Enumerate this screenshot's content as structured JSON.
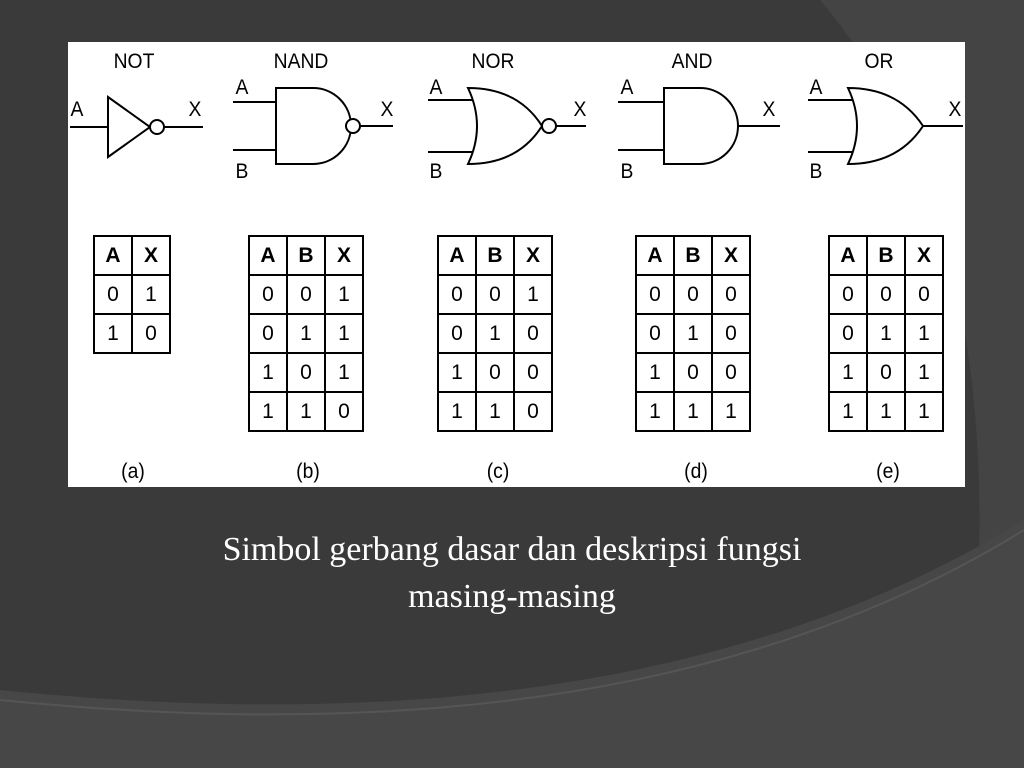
{
  "colors": {
    "background": "#3a3a3a",
    "panel": "#ffffff",
    "caption": "#ffffff"
  },
  "gates": [
    {
      "title": "NOT",
      "input_a": "A",
      "input_b": "",
      "output": "X",
      "sublabel": "(a)",
      "headers": [
        "A",
        "X"
      ],
      "rows": [
        [
          "0",
          "1"
        ],
        [
          "1",
          "0"
        ]
      ]
    },
    {
      "title": "NAND",
      "input_a": "A",
      "input_b": "B",
      "output": "X",
      "sublabel": "(b)",
      "headers": [
        "A",
        "B",
        "X"
      ],
      "rows": [
        [
          "0",
          "0",
          "1"
        ],
        [
          "0",
          "1",
          "1"
        ],
        [
          "1",
          "0",
          "1"
        ],
        [
          "1",
          "1",
          "0"
        ]
      ]
    },
    {
      "title": "NOR",
      "input_a": "A",
      "input_b": "B",
      "output": "X",
      "sublabel": "(c)",
      "headers": [
        "A",
        "B",
        "X"
      ],
      "rows": [
        [
          "0",
          "0",
          "1"
        ],
        [
          "0",
          "1",
          "0"
        ],
        [
          "1",
          "0",
          "0"
        ],
        [
          "1",
          "1",
          "0"
        ]
      ]
    },
    {
      "title": "AND",
      "input_a": "A",
      "input_b": "B",
      "output": "X",
      "sublabel": "(d)",
      "headers": [
        "A",
        "B",
        "X"
      ],
      "rows": [
        [
          "0",
          "0",
          "0"
        ],
        [
          "0",
          "1",
          "0"
        ],
        [
          "1",
          "0",
          "0"
        ],
        [
          "1",
          "1",
          "1"
        ]
      ]
    },
    {
      "title": "OR",
      "input_a": "A",
      "input_b": "B",
      "output": "X",
      "sublabel": "(e)",
      "headers": [
        "A",
        "B",
        "X"
      ],
      "rows": [
        [
          "0",
          "0",
          "0"
        ],
        [
          "0",
          "1",
          "1"
        ],
        [
          "1",
          "0",
          "1"
        ],
        [
          "1",
          "1",
          "1"
        ]
      ]
    }
  ],
  "caption": {
    "line1": "Simbol gerbang dasar dan deskripsi fungsi",
    "line2": "masing-masing"
  }
}
